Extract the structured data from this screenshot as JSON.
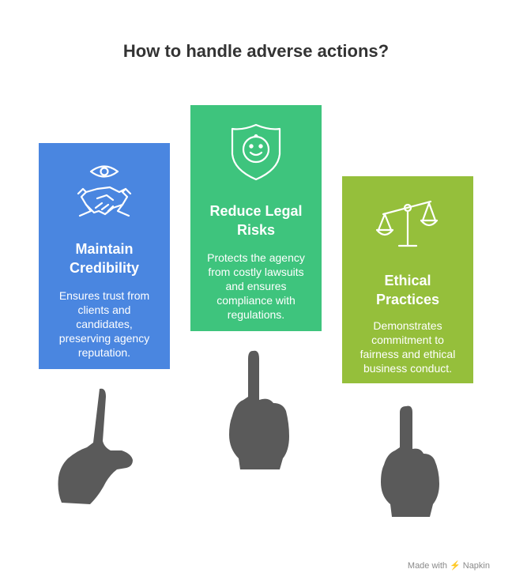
{
  "title": "How to handle adverse actions?",
  "cards": [
    {
      "heading_line1": "Maintain",
      "heading_line2": "Credibility",
      "description_lines": [
        "Ensures trust from",
        "clients and",
        "candidates,",
        "preserving agency",
        "reputation."
      ],
      "color": "#4a86e0",
      "icon": "eye-handshake-icon"
    },
    {
      "heading_line1": "Reduce Legal",
      "heading_line2": "Risks",
      "description_lines": [
        "Protects the agency",
        "from costly lawsuits",
        "and ensures",
        "compliance with",
        "regulations."
      ],
      "color": "#3ec47d",
      "icon": "shield-smile-icon"
    },
    {
      "heading_line1": "Ethical",
      "heading_line2": "Practices",
      "description_lines": [
        "Demonstrates",
        "commitment to",
        "fairness and ethical",
        "business conduct."
      ],
      "color": "#95bf3b",
      "icon": "balance-scale-icon"
    }
  ],
  "hand_color": "#5a5a5a",
  "footer": {
    "made_with": "Made with",
    "brand": "Napkin"
  }
}
